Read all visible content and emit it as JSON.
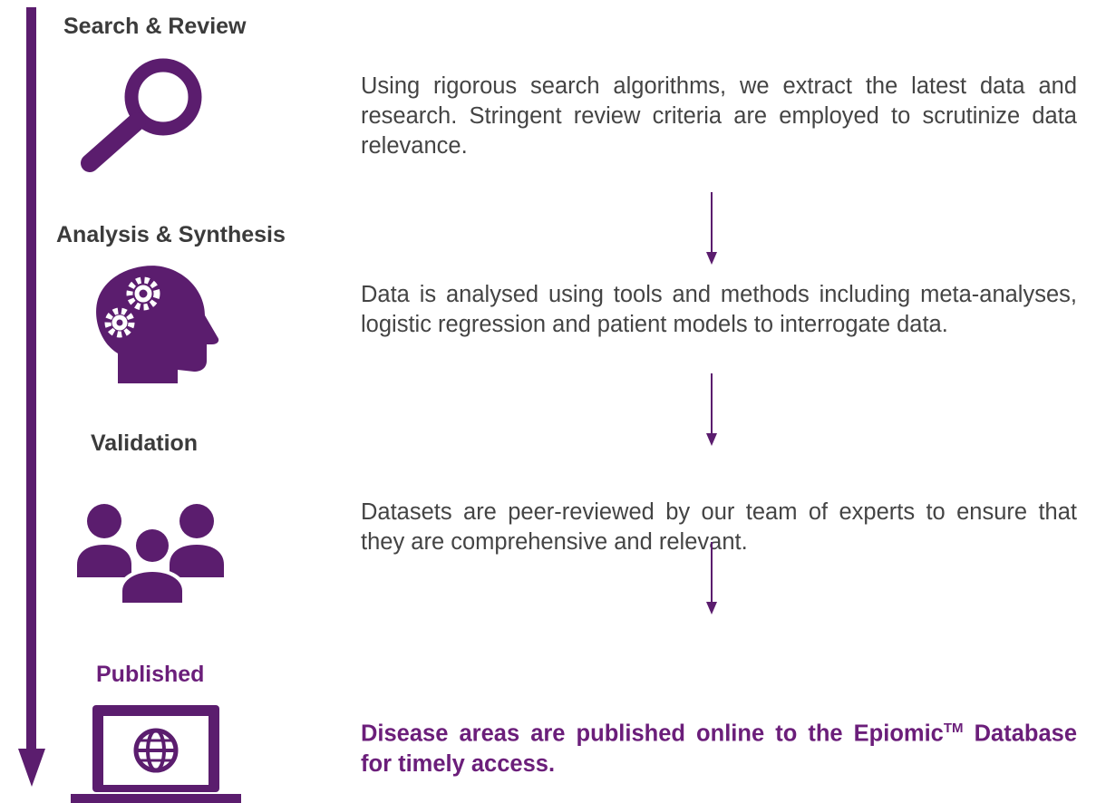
{
  "colors": {
    "accent": "#5b1d6e",
    "highlight": "#6b1e7a",
    "text": "#444444",
    "title": "#3b3b3b"
  },
  "steps": [
    {
      "title": "Search & Review",
      "icon": "magnifier-icon",
      "description": "Using rigorous search algorithms, we extract the latest data and research. Stringent review criteria are employed to scrutinize data relevance."
    },
    {
      "title": "Analysis & Synthesis",
      "icon": "head-gears-icon",
      "description": "Data is analysed using tools and methods including meta-analyses, logistic regression and patient models to interrogate data."
    },
    {
      "title": "Validation",
      "icon": "people-group-icon",
      "description": "Datasets are peer-reviewed by our team of experts to ensure that they are comprehensive and relevant."
    },
    {
      "title": "Published",
      "icon": "laptop-globe-icon",
      "description_pre": "Disease areas are published online to the Epiomic",
      "description_sup": "TM",
      "description_post": " Database for timely access."
    }
  ]
}
